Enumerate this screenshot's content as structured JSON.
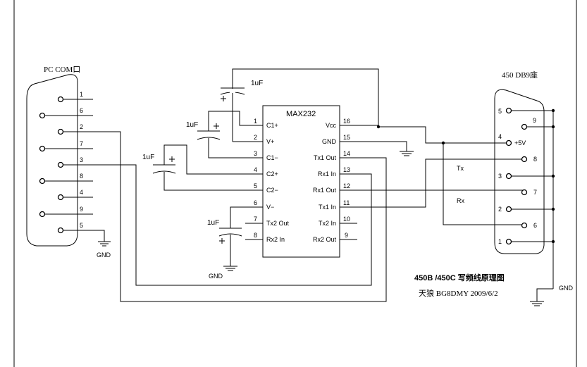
{
  "labels": {
    "pc_com": "PC COM口",
    "db9": "450 DB9座",
    "chip": "MAX232",
    "title": "450B /450C 写频线原理图",
    "author": "天狼 BG8DMY 2009/6/2",
    "tx": "Tx",
    "rx": "Rx",
    "plus5v": "+5V",
    "gnd": "GND"
  },
  "caps": [
    "1uF",
    "1uF",
    "1uF",
    "1uF"
  ],
  "pc_pins": [
    "1",
    "6",
    "2",
    "7",
    "3",
    "8",
    "4",
    "9",
    "5"
  ],
  "db9_pins": [
    "5",
    "9",
    "4",
    "8",
    "3",
    "7",
    "2",
    "6",
    "1"
  ],
  "chip_left": [
    {
      "num": "1",
      "name": "C1+"
    },
    {
      "num": "2",
      "name": "V+"
    },
    {
      "num": "3",
      "name": "C1−"
    },
    {
      "num": "4",
      "name": "C2+"
    },
    {
      "num": "5",
      "name": "C2−"
    },
    {
      "num": "6",
      "name": "V−"
    },
    {
      "num": "7",
      "name": "Tx2 Out"
    },
    {
      "num": "8",
      "name": "Rx2 In"
    }
  ],
  "chip_right": [
    {
      "num": "16",
      "name": "Vcc"
    },
    {
      "num": "15",
      "name": "GND"
    },
    {
      "num": "14",
      "name": "Tx1 Out"
    },
    {
      "num": "13",
      "name": "Rx1 In"
    },
    {
      "num": "12",
      "name": "Rx1 Out"
    },
    {
      "num": "11",
      "name": "Tx1 In"
    },
    {
      "num": "10",
      "name": "Tx2 In"
    },
    {
      "num": "9",
      "name": "Rx2 Out"
    }
  ]
}
